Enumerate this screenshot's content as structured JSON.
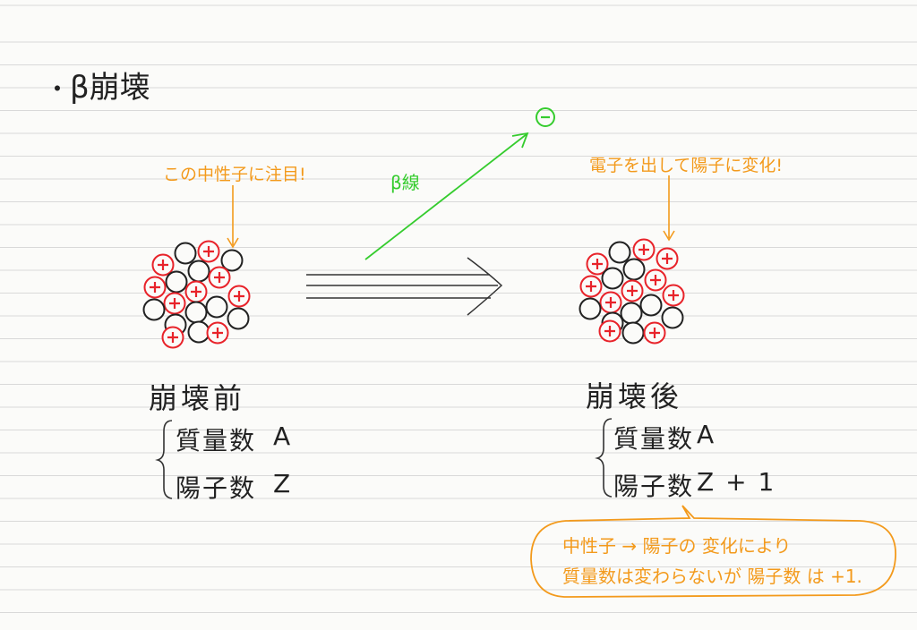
{
  "heading": "β崩壊",
  "annotation_left": "この中性子に注目!",
  "annotation_right": "電子を出して陽子に変化!",
  "ray_label": "β線",
  "electron_symbol": "−",
  "before": {
    "title": "崩壊前",
    "mass_label": "質量数",
    "mass_value": "A",
    "proton_label": "陽子数",
    "proton_value": "Z"
  },
  "after": {
    "title": "崩壊後",
    "mass_label": "質量数",
    "mass_value": "A",
    "proton_label": "陽子数",
    "proton_value": "Z + 1"
  },
  "note": {
    "line1": "中性子 → 陽子の 変化により",
    "line2": "質量数は変わらないが 陽子数 は +1."
  },
  "colors": {
    "proton": "#e8232a",
    "neutron": "#222222",
    "annotation": "#f39a1c",
    "beta": "#35cc2e"
  }
}
